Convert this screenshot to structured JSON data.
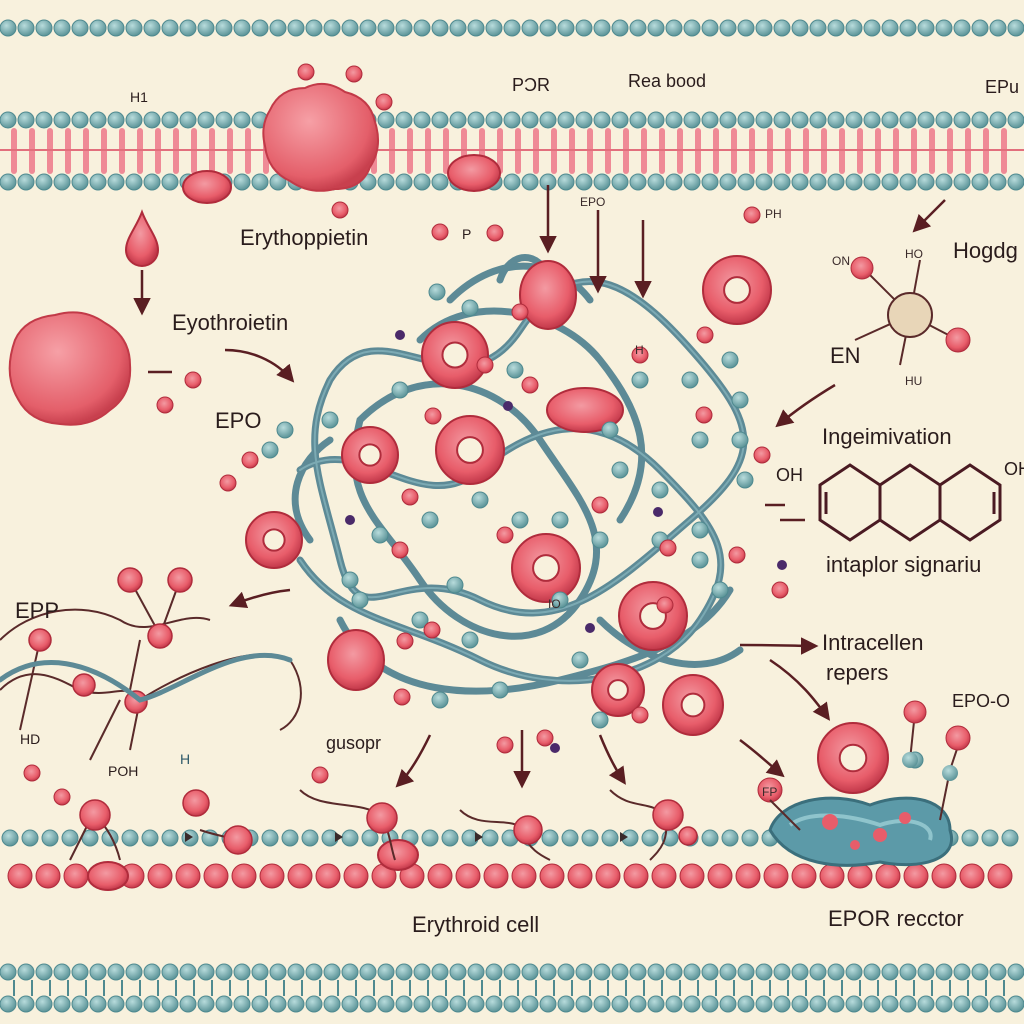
{
  "labels": {
    "erythropoietin_top": "Erythoppietin",
    "eyothroietin": "Eyothroietin",
    "epo_left": "EPO",
    "epp": "EPP",
    "por": "PƆR",
    "red_blood": "Rea bood",
    "epu": "EPu",
    "epo_small": "EPO",
    "p_small": "P",
    "ph": "PH",
    "h1": "H1",
    "hogdg": "Hogdg",
    "en": "EN",
    "ho_small": "HO",
    "hu_small": "HU",
    "on_small": "ON",
    "ingemivation": "Ingeimivation",
    "oh": "OH",
    "intaplor": "intaplor signariu",
    "intracellen": "Intracellen",
    "repers": "repers",
    "epo_o": "EPO-O",
    "hd": "HD",
    "poh": "POH",
    "h_small": "H",
    "gusopr": "gusopr",
    "erythroid_cell": "Erythroid cell",
    "epor_receptor": "EPOR recctor",
    "io_label": "IO",
    "h_label": "H",
    "fp": "FP"
  },
  "colors": {
    "background": "#f8f1dd",
    "red_cell": "#e85d6a",
    "red_cell_dark": "#c2384a",
    "membrane_bead": "#7fb3b5",
    "membrane_bead_dark": "#4f8a90",
    "arrow": "#5a1e22",
    "chain": "#5d8a96"
  }
}
